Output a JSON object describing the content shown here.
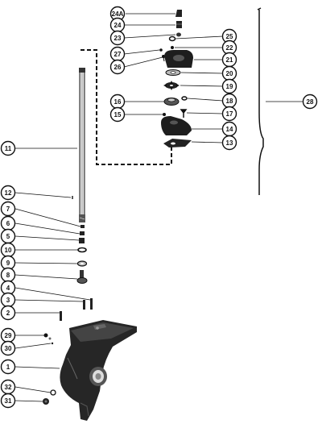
{
  "parts": [
    {
      "id": "p24a",
      "label": "24A"
    },
    {
      "id": "p24",
      "label": "24"
    },
    {
      "id": "p23",
      "label": "23"
    },
    {
      "id": "p25",
      "label": "25"
    },
    {
      "id": "p22",
      "label": "22"
    },
    {
      "id": "p27",
      "label": "27"
    },
    {
      "id": "p21",
      "label": "21"
    },
    {
      "id": "p26",
      "label": "26"
    },
    {
      "id": "p20",
      "label": "20"
    },
    {
      "id": "p19",
      "label": "19"
    },
    {
      "id": "p16",
      "label": "16"
    },
    {
      "id": "p18",
      "label": "18"
    },
    {
      "id": "p17",
      "label": "17"
    },
    {
      "id": "p15",
      "label": "15"
    },
    {
      "id": "p14",
      "label": "14"
    },
    {
      "id": "p13",
      "label": "13"
    },
    {
      "id": "p28",
      "label": "28"
    },
    {
      "id": "p11",
      "label": "11"
    },
    {
      "id": "p12",
      "label": "12"
    },
    {
      "id": "p7",
      "label": "7"
    },
    {
      "id": "p6",
      "label": "6"
    },
    {
      "id": "p5",
      "label": "5"
    },
    {
      "id": "p10",
      "label": "10"
    },
    {
      "id": "p9",
      "label": "9"
    },
    {
      "id": "p8",
      "label": "8"
    },
    {
      "id": "p4",
      "label": "4"
    },
    {
      "id": "p3",
      "label": "3"
    },
    {
      "id": "p2",
      "label": "2"
    },
    {
      "id": "p29",
      "label": "29"
    },
    {
      "id": "p30",
      "label": "30"
    },
    {
      "id": "p1",
      "label": "1"
    },
    {
      "id": "p32",
      "label": "32"
    },
    {
      "id": "p31",
      "label": "31"
    }
  ]
}
